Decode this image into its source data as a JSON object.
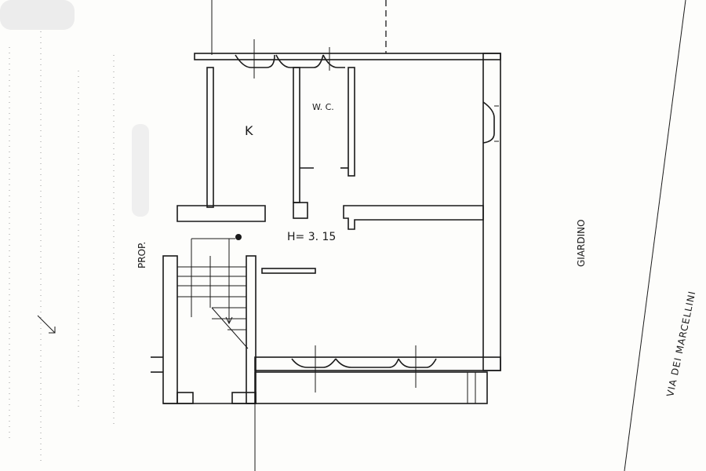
{
  "labels": {
    "kitchen": "K",
    "wc": "W. C.",
    "height": "H= 3. 15",
    "prop": "PROP.",
    "garden": "GIARDINO",
    "street": "VIA DEI MARCELLINI"
  },
  "colors": {
    "ink": "#1a1a1a",
    "paper": "#fdfdfb",
    "smudge": "#e9e9e9"
  }
}
